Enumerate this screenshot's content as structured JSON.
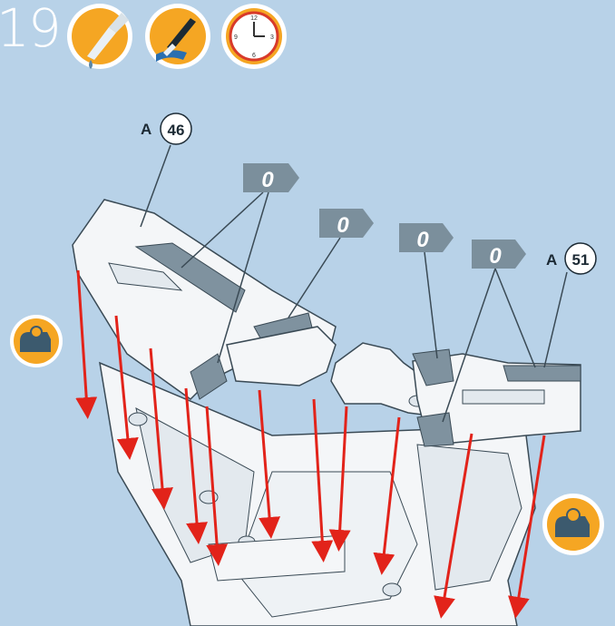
{
  "step": {
    "number": "19"
  },
  "icons": [
    {
      "name": "glue-icon"
    },
    {
      "name": "paint-brush-icon"
    },
    {
      "name": "clock-icon",
      "numbers": [
        "12",
        "3",
        "6",
        "9"
      ]
    },
    {
      "name": "tape-dispenser-icon"
    }
  ],
  "part_labels": [
    {
      "prefix": "A",
      "number": "46"
    },
    {
      "prefix": "A",
      "number": "51"
    }
  ],
  "paint_flags": [
    {
      "code": "0"
    },
    {
      "code": "0"
    },
    {
      "code": "0"
    },
    {
      "code": "0"
    }
  ],
  "colors": {
    "background": "#b8d2e8",
    "icon_orange": "#f5a623",
    "icon_ring": "#ffffff",
    "flag_gray": "#7b8f9c",
    "part_white": "#f4f6f8",
    "part_gray": "#7f929f",
    "arrow_red": "#e2231a",
    "clock_red": "#d83a2a"
  }
}
